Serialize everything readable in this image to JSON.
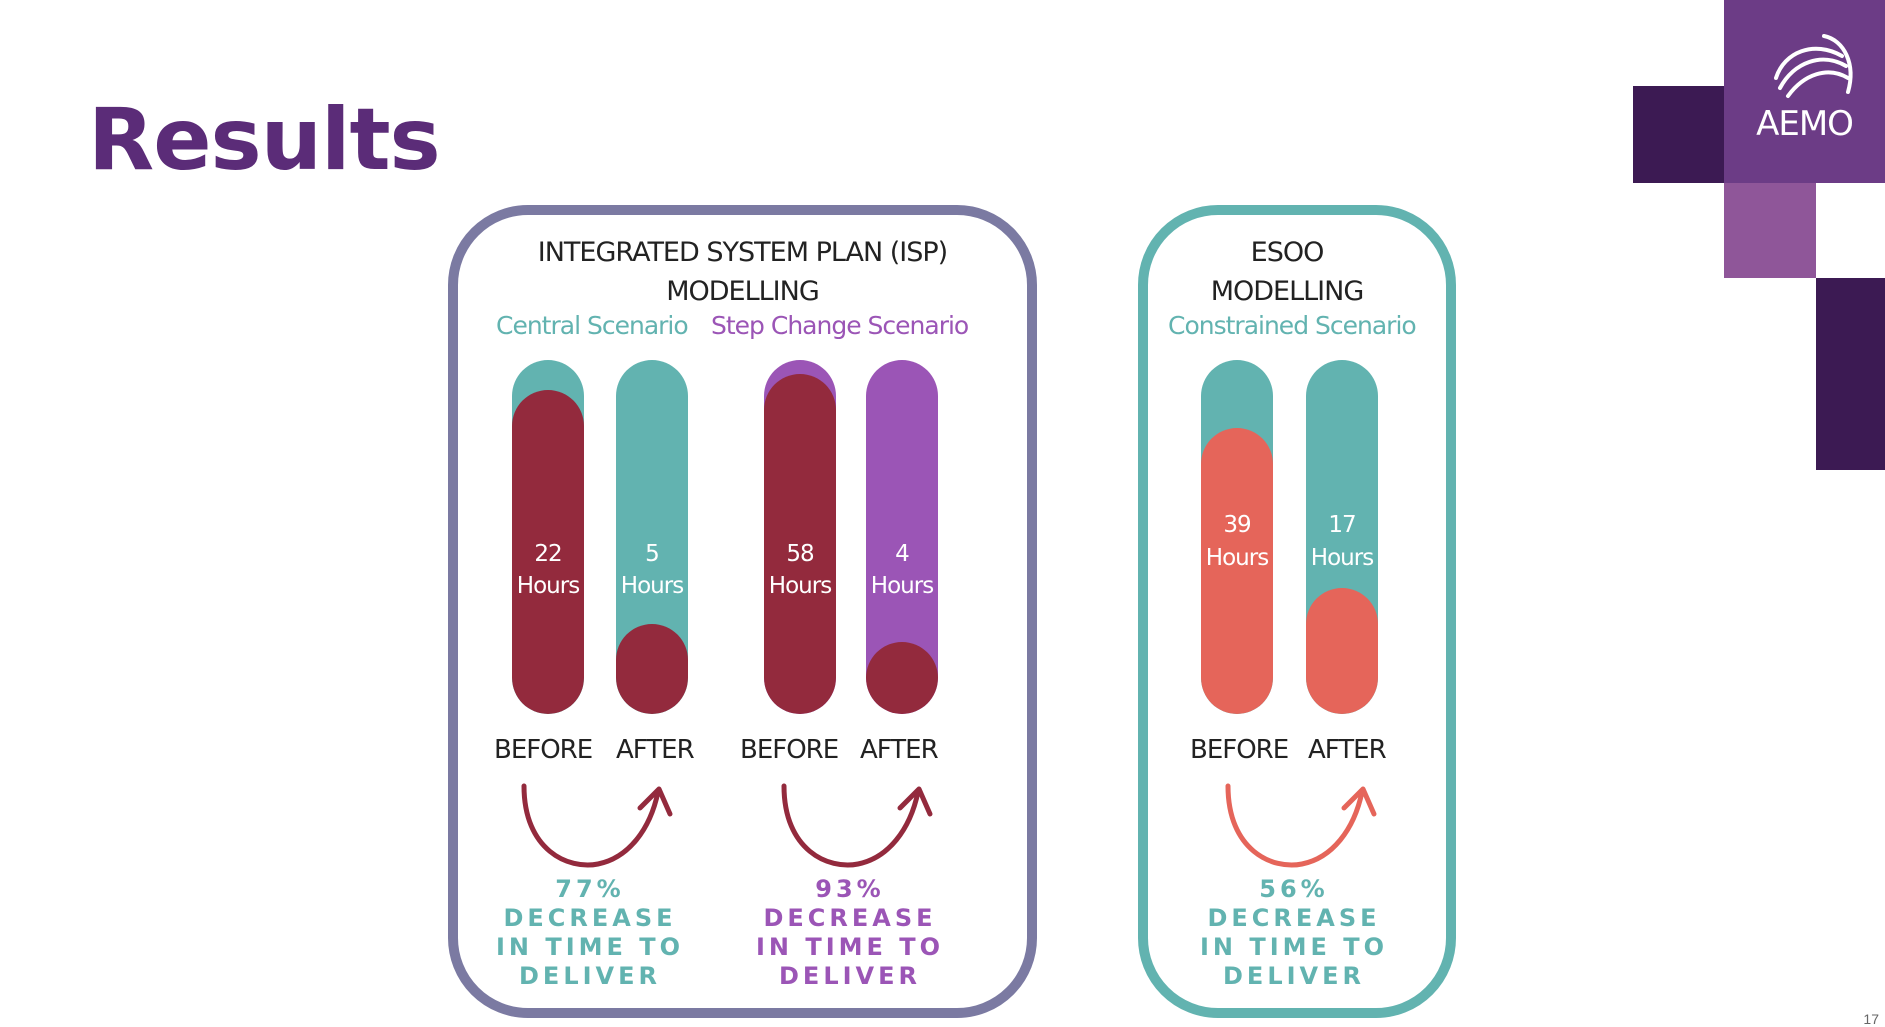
{
  "title": "Results",
  "logo": {
    "text": "AEMO"
  },
  "colors": {
    "brand_purple": "#5b2c78",
    "teal": "#62b3b0",
    "maroon": "#932a3d",
    "violet": "#9b55b6",
    "coral": "#e5655a",
    "isp_border": "#7b7aa2"
  },
  "isp": {
    "title_line1": "INTEGRATED SYSTEM PLAN (ISP)",
    "title_line2": "MODELLING",
    "scenarios": [
      {
        "name": "Central Scenario",
        "before": {
          "value": "22",
          "unit": "Hours",
          "label": "BEFORE"
        },
        "after": {
          "value": "5",
          "unit": "Hours",
          "label": "AFTER"
        },
        "percent": "77%",
        "line1": "DECREASE",
        "line2": "IN TIME TO",
        "line3": "DELIVER"
      },
      {
        "name": "Step Change Scenario",
        "before": {
          "value": "58",
          "unit": "Hours",
          "label": "BEFORE"
        },
        "after": {
          "value": "4",
          "unit": "Hours",
          "label": "AFTER"
        },
        "percent": "93%",
        "line1": "DECREASE",
        "line2": "IN TIME TO",
        "line3": "DELIVER"
      }
    ]
  },
  "esoo": {
    "title_line1": "ESOO",
    "title_line2": "MODELLING",
    "scenario": {
      "name": "Constrained Scenario",
      "before": {
        "value": "39",
        "unit": "Hours",
        "label": "BEFORE"
      },
      "after": {
        "value": "17",
        "unit": "Hours",
        "label": "AFTER"
      },
      "percent": "56%",
      "line1": "DECREASE",
      "line2": "IN TIME TO",
      "line3": "DELIVER"
    }
  },
  "page_number": "17"
}
